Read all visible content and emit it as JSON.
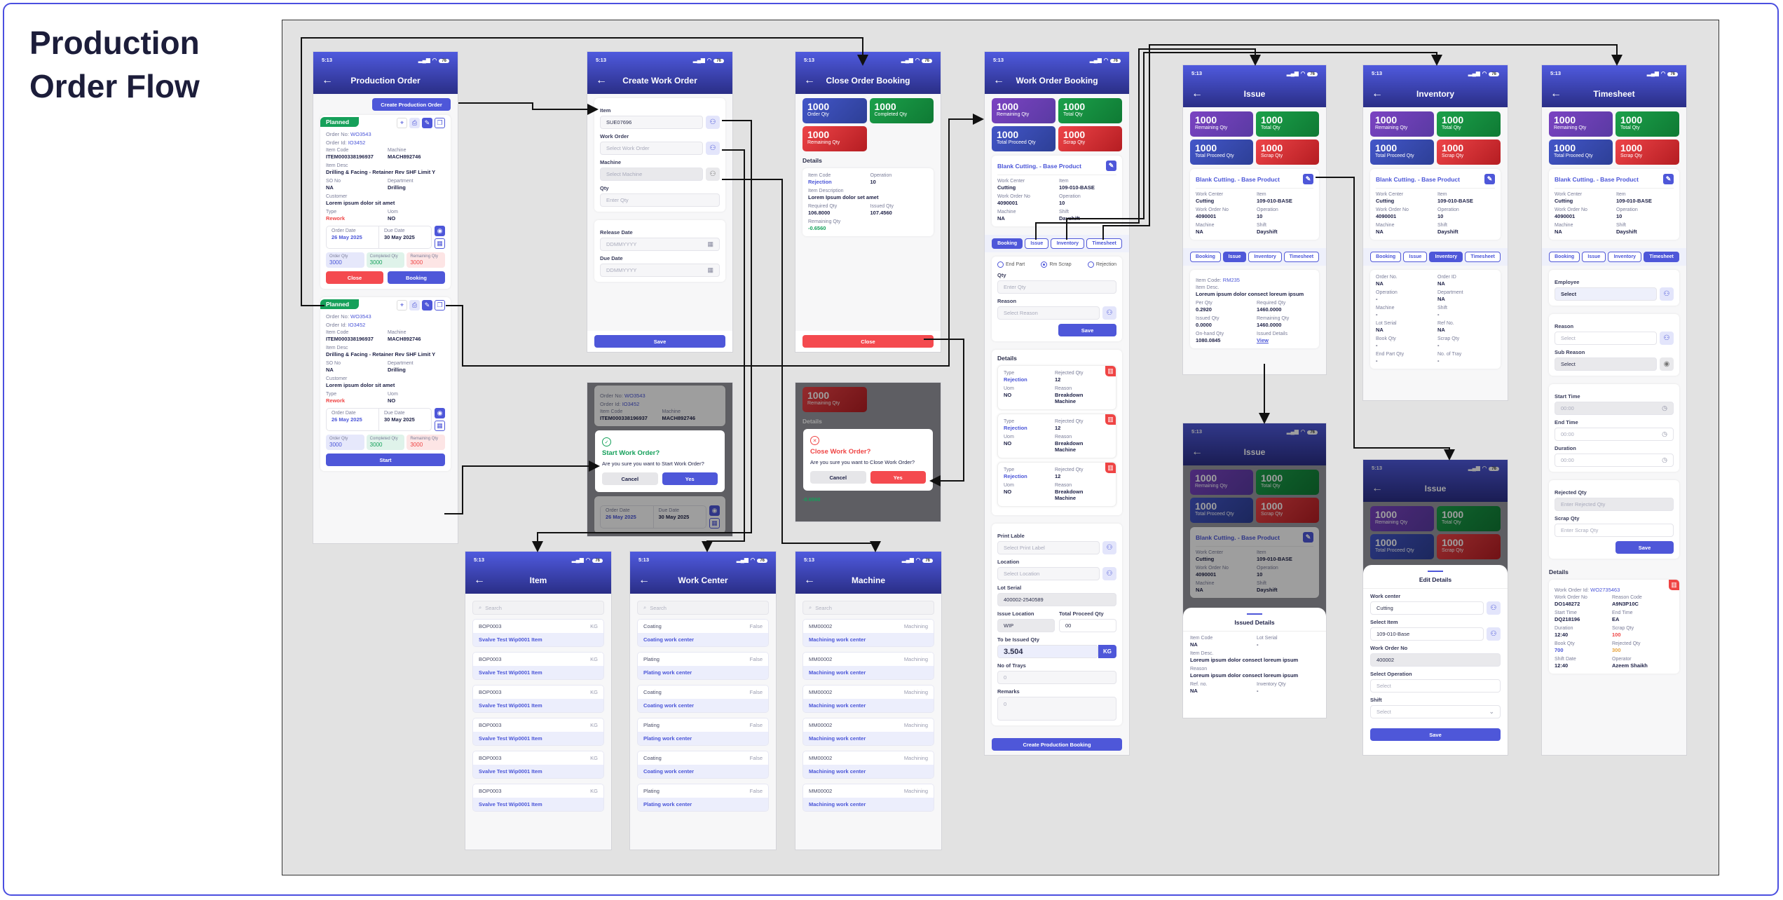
{
  "title": "Production Order Flow",
  "status": {
    "time": "5:13",
    "battery": "76"
  },
  "tabs": [
    "Booking",
    "Issue",
    "Inventory",
    "Timesheet"
  ],
  "summary": {
    "stats": [
      {
        "value": "1000",
        "label": "Remaining Qty",
        "tone": "purple"
      },
      {
        "value": "1000",
        "label": "Total Qty",
        "tone": "green"
      },
      {
        "value": "1000",
        "label": "Total Proceed Qty",
        "tone": "blue"
      },
      {
        "value": "1000",
        "label": "Scrap Qty",
        "tone": "red"
      }
    ],
    "product_title": "Blank Cutting. - Base Product",
    "fields": [
      {
        "label": "Work Center",
        "value": "Cutting"
      },
      {
        "label": "Item",
        "value": "109-010-BASE"
      },
      {
        "label": "Work Order No",
        "value": "4090001"
      },
      {
        "label": "Operation",
        "value": "10"
      },
      {
        "label": "Machine",
        "value": "NA"
      },
      {
        "label": "Shift",
        "value": "Dayshift"
      }
    ]
  },
  "production_order": {
    "title": "Production Order",
    "create_button": "Create Production Order",
    "orders": [
      {
        "status": "Planned",
        "order_no_label": "Order No:",
        "order_no": "WO3543",
        "order_id_label": "Order Id:",
        "order_id": "IO3452",
        "fields": [
          {
            "label": "Item Code",
            "value": "ITEM000338196937"
          },
          {
            "label": "Machine",
            "value": "MACH892746"
          },
          {
            "label": "Item Desc",
            "value": "Drilling & Facing - Retainer Rev SHF Limit Y"
          },
          {
            "label": "SO No",
            "value": "NA"
          },
          {
            "label": "Department",
            "value": "Drilling"
          },
          {
            "label": "Customer",
            "value": "Lorem ipsum dolor sit amet"
          },
          {
            "label": "Type",
            "value": "Rework",
            "tone": "red"
          },
          {
            "label": "Uom",
            "value": "NO"
          }
        ],
        "dates": [
          {
            "label": "Order Date",
            "value": "26 May 2025",
            "tone": "blue"
          },
          {
            "label": "Due Date",
            "value": "30 May 2025"
          }
        ],
        "qtys": [
          {
            "label": "Order Qty",
            "value": "3000",
            "tone": "blue"
          },
          {
            "label": "Completed Qty",
            "value": "3000",
            "tone": "green"
          },
          {
            "label": "Remaining Qty",
            "value": "3000",
            "tone": "red"
          }
        ],
        "actions": [
          {
            "label": "Close",
            "tone": "red"
          },
          {
            "label": "Booking",
            "tone": "blue"
          }
        ]
      },
      {
        "status": "Planned",
        "order_no_label": "Order No:",
        "order_no": "WO3543",
        "order_id_label": "Order Id:",
        "order_id": "IO3452",
        "fields": [
          {
            "label": "Item Code",
            "value": "ITEM000338196937"
          },
          {
            "label": "Machine",
            "value": "MACH892746"
          },
          {
            "label": "Item Desc",
            "value": "Drilling & Facing - Retainer Rev SHF Limit Y"
          },
          {
            "label": "SO No",
            "value": "NA"
          },
          {
            "label": "Department",
            "value": "Drilling"
          },
          {
            "label": "Customer",
            "value": "Lorem ipsum dolor sit amet"
          },
          {
            "label": "Type",
            "value": "Rework",
            "tone": "red"
          },
          {
            "label": "Uom",
            "value": "NO"
          }
        ],
        "dates": [
          {
            "label": "Order Date",
            "value": "26 May 2025",
            "tone": "blue"
          },
          {
            "label": "Due Date",
            "value": "30 May 2025"
          }
        ],
        "qtys": [
          {
            "label": "Order Qty",
            "value": "3000",
            "tone": "blue"
          },
          {
            "label": "Completed Qty",
            "value": "3000",
            "tone": "green"
          },
          {
            "label": "Remaining Qty",
            "value": "3000",
            "tone": "red"
          }
        ],
        "actions": [
          {
            "label": "Start",
            "tone": "blue"
          }
        ]
      }
    ]
  },
  "create_work_order": {
    "title": "Create Work Order",
    "group1": [
      {
        "label": "Item",
        "value": "SUE07696",
        "icon": "picker"
      },
      {
        "label": "Work Order",
        "placeholder": "Select Work Order",
        "icon": "picker"
      },
      {
        "label": "Machine",
        "placeholder": "Select Machine",
        "icon": "picker",
        "disabled": true
      },
      {
        "label": "Qty",
        "placeholder": "Enter Qty"
      }
    ],
    "group2": [
      {
        "label": "Release Date",
        "placeholder": "DDMMYYYY",
        "icon": "calendar"
      },
      {
        "label": "Due Date",
        "placeholder": "DDMMYYYY",
        "icon": "calendar"
      }
    ],
    "save": "Save"
  },
  "close_order_booking": {
    "title": "Close Order Booking",
    "stats": [
      {
        "value": "1000",
        "label": "Order Qty",
        "tone": "blue"
      },
      {
        "value": "1000",
        "label": "Completed Qty",
        "tone": "green"
      },
      {
        "value": "1000",
        "label": "Remaining Qty",
        "tone": "red"
      }
    ],
    "details_title": "Details",
    "fields": [
      {
        "label": "Item Code",
        "value": "Rejection",
        "tone": "blue"
      },
      {
        "label": "Operation",
        "value": "10"
      },
      {
        "label": "Item Description",
        "value": "Lorem Ipsum dolor set amet"
      },
      {
        "label": "Required Qty",
        "value": "106.8000"
      },
      {
        "label": "Issued Qty",
        "value": "107.4560"
      },
      {
        "label": "Remaining Qty",
        "value": "-0.6560",
        "tone": "green"
      }
    ],
    "close": "Close"
  },
  "start_dialog": {
    "title": "Start Work Order?",
    "message": "Are you sure you want to Start Work Order?",
    "cancel": "Cancel",
    "confirm": "Yes"
  },
  "close_dialog": {
    "title": "Close Work Order?",
    "message": "Are you sure you want to Close Work Order?",
    "cancel": "Cancel",
    "confirm": "Yes"
  },
  "item_list": {
    "title": "Item",
    "search_placeholder": "Search",
    "rows": [
      {
        "code": "BOP0003",
        "tag": "KG",
        "desc": "Svalve Test Wip0001 Item"
      },
      {
        "code": "BOP0003",
        "tag": "KG",
        "desc": "Svalve Test Wip0001 Item"
      },
      {
        "code": "BOP0003",
        "tag": "KG",
        "desc": "Svalve Test Wip0001 Item"
      },
      {
        "code": "BOP0003",
        "tag": "KG",
        "desc": "Svalve Test Wip0001 Item"
      },
      {
        "code": "BOP0003",
        "tag": "KG",
        "desc": "Svalve Test Wip0001 Item"
      },
      {
        "code": "BOP0003",
        "tag": "KG",
        "desc": "Svalve Test Wip0001 Item"
      }
    ]
  },
  "work_center_list": {
    "title": "Work Center",
    "search_placeholder": "Search",
    "rows": [
      {
        "code": "Coating",
        "tag": "False",
        "desc": "Coating work center"
      },
      {
        "code": "Plating",
        "tag": "False",
        "desc": "Plating work center"
      },
      {
        "code": "Coating",
        "tag": "False",
        "desc": "Coating work center"
      },
      {
        "code": "Plating",
        "tag": "False",
        "desc": "Plating work center"
      },
      {
        "code": "Coating",
        "tag": "False",
        "desc": "Coating work center"
      },
      {
        "code": "Plating",
        "tag": "False",
        "desc": "Plating work center"
      }
    ]
  },
  "machine_list": {
    "title": "Machine",
    "search_placeholder": "Search",
    "rows": [
      {
        "code": "MM00002",
        "tag": "Machining",
        "desc": "Machining work center"
      },
      {
        "code": "MM00002",
        "tag": "Machining",
        "desc": "Machining work center"
      },
      {
        "code": "MM00002",
        "tag": "Machining",
        "desc": "Machining work center"
      },
      {
        "code": "MM00002",
        "tag": "Machining",
        "desc": "Machining work center"
      },
      {
        "code": "MM00002",
        "tag": "Machining",
        "desc": "Machining work center"
      },
      {
        "code": "MM00002",
        "tag": "Machining",
        "desc": "Machining work center"
      }
    ]
  },
  "work_order_booking": {
    "title": "Work Order Booking",
    "active_tab": "Booking",
    "radios": [
      {
        "label": "End Part",
        "selected": false
      },
      {
        "label": "Rm Scrap",
        "selected": true
      },
      {
        "label": "Rejection",
        "selected": false
      }
    ],
    "booking_fields": [
      {
        "label": "Qty",
        "placeholder": "Enter Qty"
      },
      {
        "label": "Reason",
        "placeholder": "Select Reason",
        "icon": "picker"
      }
    ],
    "save": "Save",
    "details_title": "Details",
    "rejections": [
      [
        {
          "label": "Type",
          "value": "Rejection",
          "tone": "blue"
        },
        {
          "label": "Rejected Qty",
          "value": "12"
        },
        {
          "label": "Uom",
          "value": "NO"
        },
        {
          "label": "Reason",
          "value": "Breakdown Machine"
        }
      ],
      [
        {
          "label": "Type",
          "value": "Rejection",
          "tone": "blue"
        },
        {
          "label": "Rejected Qty",
          "value": "12"
        },
        {
          "label": "Uom",
          "value": "NO"
        },
        {
          "label": "Reason",
          "value": "Breakdown Machine"
        }
      ],
      [
        {
          "label": "Type",
          "value": "Rejection",
          "tone": "blue"
        },
        {
          "label": "Rejected Qty",
          "value": "12"
        },
        {
          "label": "Uom",
          "value": "NO"
        },
        {
          "label": "Reason",
          "value": "Breakdown Machine"
        }
      ]
    ],
    "form": [
      {
        "label": "Print Lable",
        "placeholder": "Select Print Label",
        "icon": "picker"
      },
      {
        "label": "Location",
        "placeholder": "Select Location",
        "icon": "picker"
      },
      {
        "label": "Lot Serial",
        "value": "400002-2540589",
        "disabled": true
      }
    ],
    "pair": [
      {
        "label": "Issue Location",
        "value": "WIP",
        "disabled": true
      },
      {
        "label": "Total Proceed Qty",
        "value": "00",
        "white": true
      }
    ],
    "issued_qty": {
      "label": "To be Issued Qty",
      "value": "3.504",
      "unit": "KG"
    },
    "trays": {
      "label": "No of Trays",
      "placeholder": "0"
    },
    "remarks": {
      "label": "Remarks",
      "placeholder": "0"
    },
    "create_button": "Create Production Booking"
  },
  "issue": {
    "title": "Issue",
    "active_tab": "Issue",
    "item_code_label": "Item Code:",
    "item_code": "RM235",
    "fields": [
      {
        "label": "Item Desc.",
        "value": "Loreum ipsum dolor consect loreum ipsum"
      },
      {
        "label": "Per Qty",
        "value": "0.2920"
      },
      {
        "label": "Required Qty",
        "value": "1460.0000"
      },
      {
        "label": "Issued Qty",
        "value": "0.0000"
      },
      {
        "label": "Remaining Qty",
        "value": "1460.0000"
      },
      {
        "label": "On-hand Qty",
        "value": "1080.0845"
      },
      {
        "label": "Issued Details",
        "value": "View",
        "tone": "link"
      }
    ]
  },
  "issued_details_sheet": {
    "title": "Issued Details",
    "fields": [
      {
        "label": "Item Code",
        "value": "NA"
      },
      {
        "label": "Lot Serial",
        "value": "-"
      },
      {
        "label": "Item Desc.",
        "value": "Loreum ipsum dolor consect loreum ipsum"
      },
      {
        "label": "Reason",
        "value": "Loreum ipsum dolor consect loreum ipsum"
      },
      {
        "label": "Ref. no.",
        "value": "NA"
      },
      {
        "label": "Inventory Qty",
        "value": "-"
      }
    ]
  },
  "inventory": {
    "title": "Inventory",
    "active_tab": "Inventory",
    "fields": [
      {
        "label": "Order No.",
        "value": "NA"
      },
      {
        "label": "Order ID",
        "value": "NA"
      },
      {
        "label": "Operation",
        "value": "-"
      },
      {
        "label": "Department",
        "value": "NA"
      },
      {
        "label": "Machine",
        "value": "-"
      },
      {
        "label": "Shift",
        "value": "-"
      },
      {
        "label": "Lot Serial",
        "value": "NA"
      },
      {
        "label": "Ref No.",
        "value": "NA"
      },
      {
        "label": "Book Qty",
        "value": "-"
      },
      {
        "label": "Scrap Qty",
        "value": "-"
      },
      {
        "label": "End Part Qty",
        "value": "-"
      },
      {
        "label": "No. of Tray",
        "value": "-"
      }
    ]
  },
  "edit_details_sheet": {
    "title": "Edit Details",
    "fields": [
      {
        "label": "Work center",
        "value": "Cutting",
        "icon": "picker",
        "white": true
      },
      {
        "label": "Select Item",
        "value": "109-010-Base",
        "icon": "picker",
        "white": true
      },
      {
        "label": "Work Order No",
        "value": "400002",
        "disabled": true
      },
      {
        "label": "Select Operation",
        "placeholder": "Select",
        "white": true
      },
      {
        "label": "Shift",
        "placeholder": "Select",
        "icon": "chevron",
        "white": true
      }
    ],
    "save": "Save"
  },
  "timesheet": {
    "title": "Timesheet",
    "active_tab": "Timesheet",
    "group1": [
      {
        "label": "Employee",
        "value": "Select",
        "icon": "picker",
        "filled": true
      }
    ],
    "group2": [
      {
        "label": "Reason",
        "placeholder": "Select",
        "icon": "picker",
        "white": true
      },
      {
        "label": "Sub Reason",
        "value": "Select",
        "icon": "eye",
        "disabled": true
      }
    ],
    "group3": [
      {
        "label": "Start Time",
        "placeholder": "00:00",
        "icon": "clock",
        "disabled": true
      },
      {
        "label": "End Time",
        "placeholder": "00:00",
        "icon": "clock",
        "white": true
      },
      {
        "label": "Duration",
        "placeholder": "00:00",
        "icon": "clock",
        "white": true
      }
    ],
    "group4": [
      {
        "label": "Rejected Qty",
        "placeholder": "Enter Rejected Qty",
        "disabled": true
      },
      {
        "label": "Scrap Qty",
        "placeholder": "Enter Scrap Qty",
        "white": true
      }
    ],
    "save": "Save",
    "details_title": "Details",
    "entry_id_label": "Work Order Id:",
    "entry_id": "WO2735463",
    "entry_fields": [
      {
        "label": "Work Order No",
        "value": "DO148272"
      },
      {
        "label": "Reason Code",
        "value": "A9N3P10C"
      },
      {
        "label": "Start Time",
        "value": "DQ218196"
      },
      {
        "label": "End Time",
        "value": "EA"
      },
      {
        "label": "Duration",
        "value": "12:40"
      },
      {
        "label": "Scrap Qty",
        "value": "100",
        "tone": "red"
      },
      {
        "label": "Book Qty",
        "value": "700",
        "tone": "blue"
      },
      {
        "label": "Rejected Qty",
        "value": "300",
        "tone": "orange"
      },
      {
        "label": "Shift Date",
        "value": "12:40"
      },
      {
        "label": "Operator",
        "value": "Azeem Shaikh"
      }
    ]
  },
  "colors": {
    "primary": "#4e57d9",
    "danger": "#f44a4f",
    "success": "#16a05a",
    "frame": "#4b4fe0",
    "canvas": "#e2e2e2"
  }
}
